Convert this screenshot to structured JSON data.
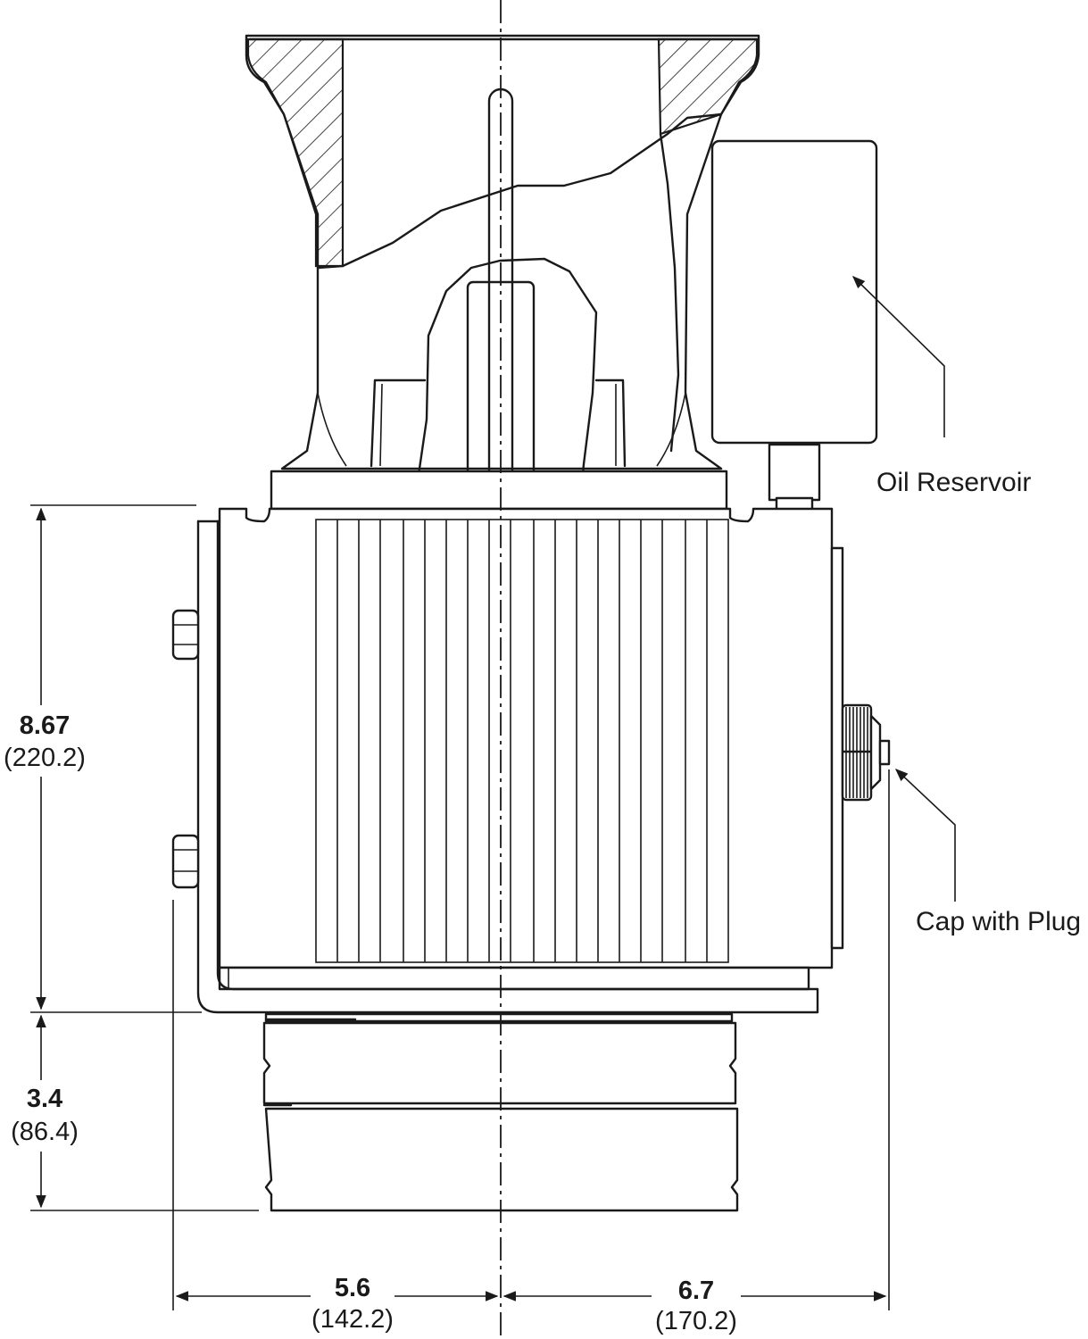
{
  "labels": {
    "oil_reservoir": "Oil Reservoir",
    "cap_with_plug": "Cap with Plug"
  },
  "dimensions": {
    "body_height": {
      "in": "8.67",
      "mm": "(220.2)"
    },
    "base_height": {
      "in": "3.4",
      "mm": "(86.4)"
    },
    "left_width": {
      "in": "5.6",
      "mm": "(142.2)"
    },
    "right_width": {
      "in": "6.7",
      "mm": "(170.2)"
    }
  }
}
